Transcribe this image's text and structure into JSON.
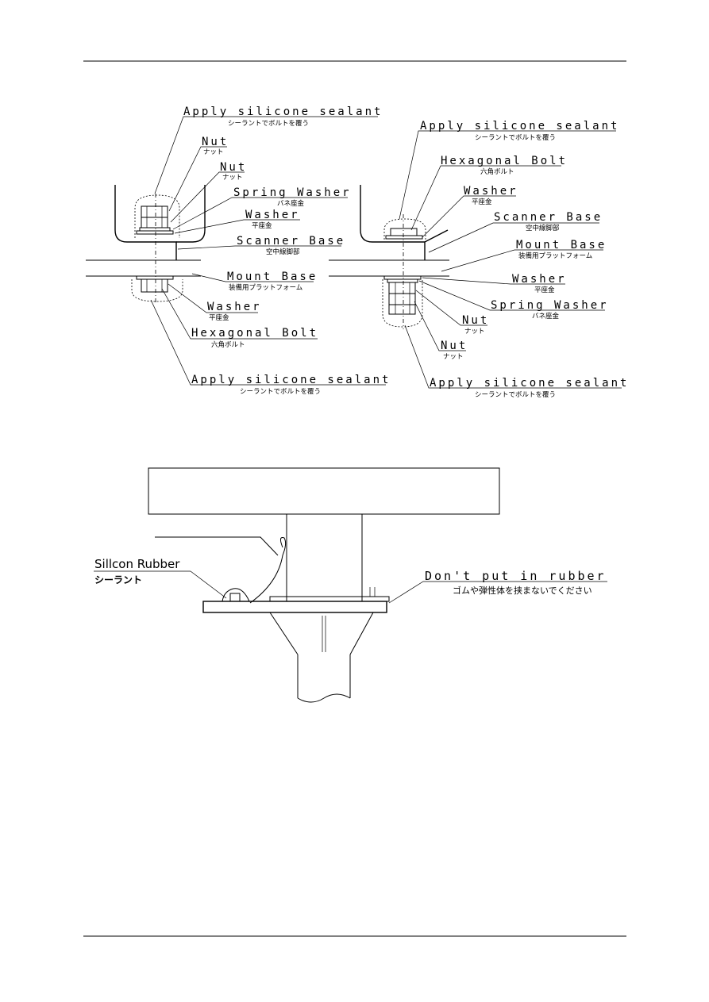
{
  "left_assembly": {
    "top_sealant": "Apply silicone sealant",
    "top_sealant_jp": "シーラントでボルトを覆う",
    "nut_1": "Nut",
    "nut_1_jp": "ナット",
    "nut_2": "Nut",
    "nut_2_jp": "ナット",
    "spring_washer": "Spring Washer",
    "spring_washer_jp": "バネ座金",
    "washer_top": "Washer",
    "washer_top_jp": "平座金",
    "scanner_base": "Scanner Base",
    "scanner_base_jp": "空中線脚部",
    "mount_base": "Mount Base",
    "mount_base_jp": "装備用プラットフォーム",
    "washer_bottom": "Washer",
    "washer_bottom_jp": "平座金",
    "hex_bolt": "Hexagonal Bolt",
    "hex_bolt_jp": "六角ボルト",
    "bottom_sealant": "Apply silicone sealant",
    "bottom_sealant_jp": "シーラントでボルトを覆う"
  },
  "right_assembly": {
    "top_sealant": "Apply silicone sealant",
    "top_sealant_jp": "シーラントでボルトを覆う",
    "hex_bolt": "Hexagonal Bolt",
    "hex_bolt_jp": "六角ボルト",
    "washer_top": "Washer",
    "washer_top_jp": "平座金",
    "scanner_base": "Scanner Base",
    "scanner_base_jp": "空中線脚部",
    "mount_base": "Mount Base",
    "mount_base_jp": "装備用プラットフォーム",
    "washer_bottom": "Washer",
    "washer_bottom_jp": "平座金",
    "spring_washer": "Spring Washer",
    "spring_washer_jp": "バネ座金",
    "nut_1": "Nut",
    "nut_1_jp": "ナット",
    "nut_2": "Nut",
    "nut_2_jp": "ナット",
    "bottom_sealant": "Apply silicone sealant",
    "bottom_sealant_jp": "シーラントでボルトを覆う"
  },
  "lower_diagram": {
    "silicon_rubber": "Sillcon Rubber",
    "silicon_rubber_jp": "シーラント",
    "no_rubber": "Don't put in rubber",
    "no_rubber_jp": "ゴムや弾性体を挟まないでください"
  }
}
